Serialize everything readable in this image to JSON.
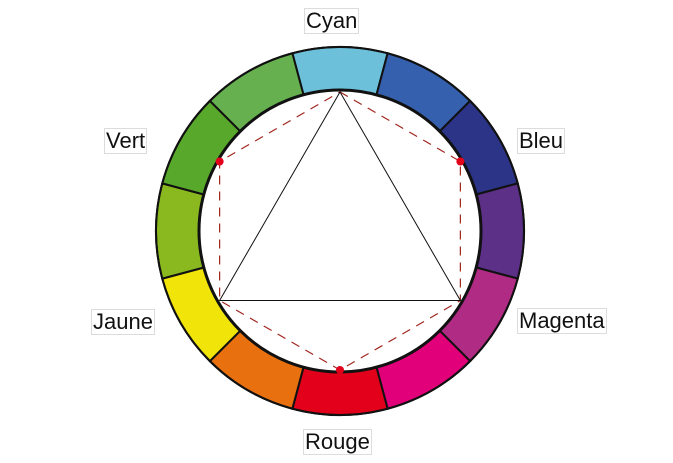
{
  "labels": {
    "cyan": "Cyan",
    "bleu": "Bleu",
    "magenta": "Magenta",
    "rouge": "Rouge",
    "jaune": "Jaune",
    "vert": "Vert"
  },
  "wheel": {
    "segments": [
      {
        "name": "cyan",
        "color": "#6cc0da"
      },
      {
        "name": "cyan-blue",
        "color": "#3560ad"
      },
      {
        "name": "blue",
        "color": "#2b3487"
      },
      {
        "name": "blue-violet",
        "color": "#5d3088"
      },
      {
        "name": "magenta",
        "color": "#b02c84"
      },
      {
        "name": "magenta-red",
        "color": "#e2007a"
      },
      {
        "name": "red",
        "color": "#e2001a"
      },
      {
        "name": "orange",
        "color": "#e8700f"
      },
      {
        "name": "yellow",
        "color": "#f0e409"
      },
      {
        "name": "yellow-green",
        "color": "#8ab91f"
      },
      {
        "name": "green",
        "color": "#58a92b"
      },
      {
        "name": "green-cyan",
        "color": "#66b050"
      }
    ],
    "triangle_color": "#111111",
    "hexagon_color": "#a0251e",
    "dot_color": "#e2001a"
  }
}
